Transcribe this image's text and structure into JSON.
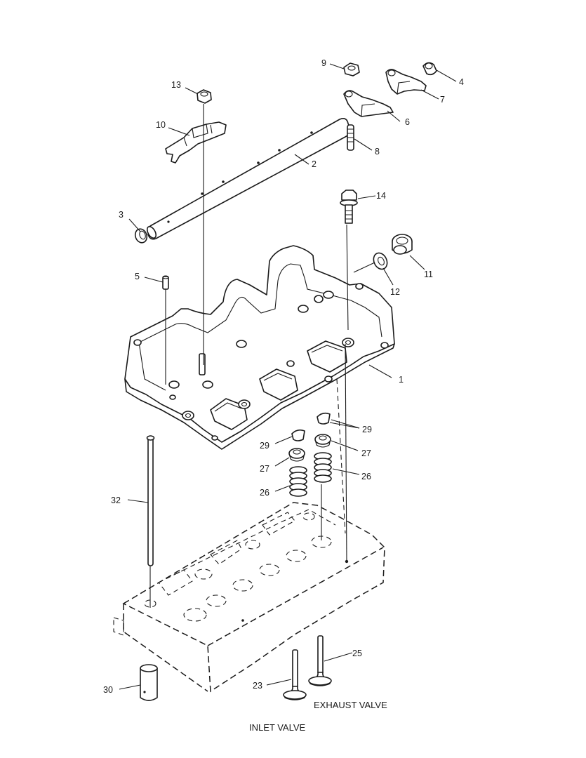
{
  "diagram": {
    "callouts": [
      {
        "id": "c1",
        "text": "1"
      },
      {
        "id": "c2",
        "text": "2"
      },
      {
        "id": "c3",
        "text": "3"
      },
      {
        "id": "c4",
        "text": "4"
      },
      {
        "id": "c5",
        "text": "5"
      },
      {
        "id": "c6",
        "text": "6"
      },
      {
        "id": "c7",
        "text": "7"
      },
      {
        "id": "c8",
        "text": "8"
      },
      {
        "id": "c9",
        "text": "9"
      },
      {
        "id": "c10",
        "text": "10"
      },
      {
        "id": "c11",
        "text": "11"
      },
      {
        "id": "c12",
        "text": "12"
      },
      {
        "id": "c13",
        "text": "13"
      },
      {
        "id": "c14",
        "text": "14"
      },
      {
        "id": "c23",
        "text": "23"
      },
      {
        "id": "c25",
        "text": "25"
      },
      {
        "id": "c26a",
        "text": "26"
      },
      {
        "id": "c26b",
        "text": "26"
      },
      {
        "id": "c27a",
        "text": "27"
      },
      {
        "id": "c27b",
        "text": "27"
      },
      {
        "id": "c29a",
        "text": "29"
      },
      {
        "id": "c29b",
        "text": "29"
      },
      {
        "id": "c30",
        "text": "30"
      },
      {
        "id": "c32",
        "text": "32"
      }
    ],
    "captions": {
      "exhaust_valve": "EXHAUST VALVE",
      "inlet_valve": "INLET VALVE"
    }
  }
}
